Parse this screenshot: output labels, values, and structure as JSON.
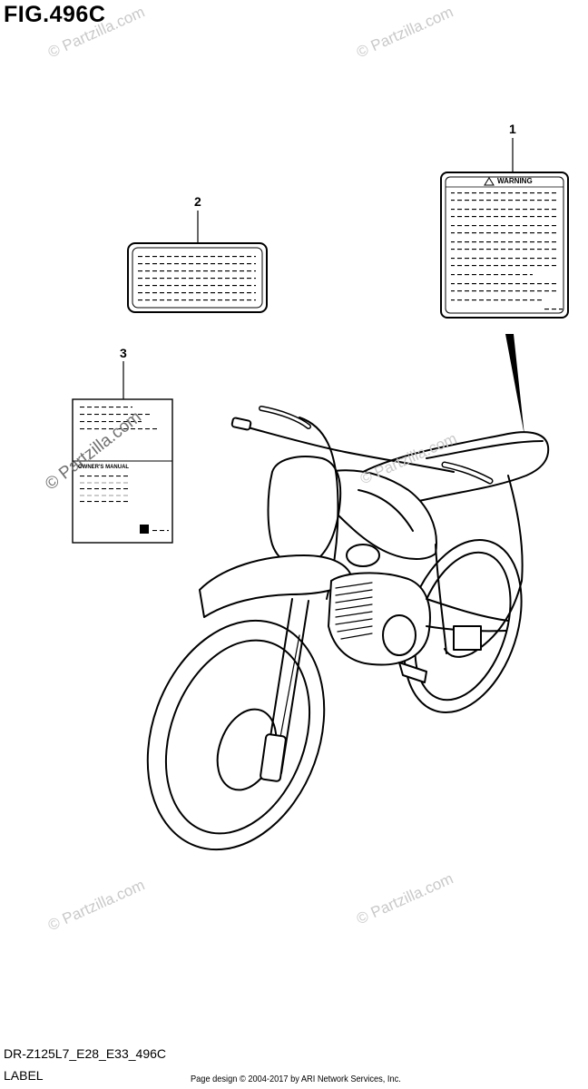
{
  "figure": {
    "title": "FIG.496C",
    "model_code": "DR-Z125L7_E28_E33_496C",
    "section": "LABEL",
    "footer": "Page design © 2004-2017 by ARI Network Services, Inc."
  },
  "callouts": [
    "1",
    "2",
    "3"
  ],
  "labels": {
    "warning_heading": "WARNING",
    "manual_heading": "OWNER'S MANUAL"
  },
  "watermark": "© Partzilla.com"
}
